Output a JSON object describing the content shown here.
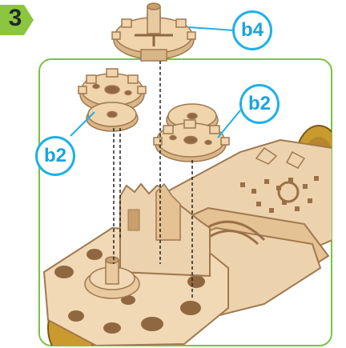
{
  "step": {
    "number": "3"
  },
  "callouts": {
    "b4": "b4",
    "b2_top_right": "b2",
    "b2_left": "b2"
  },
  "colors": {
    "step_badge": "#8cc63f",
    "panel_border": "#7cc243",
    "callout": "#1aa3dc",
    "wood": "#e8c9a0",
    "wood_edge": "#a07850",
    "wheel": "#c99a2e"
  }
}
